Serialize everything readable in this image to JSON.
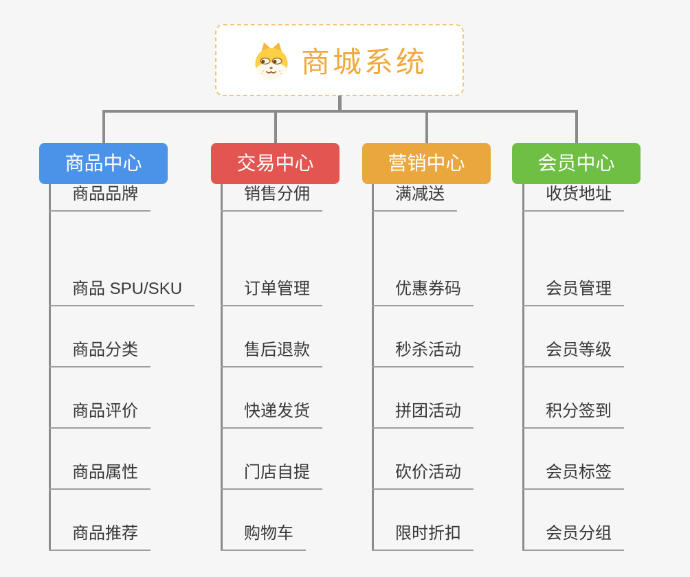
{
  "canvas": {
    "background": "#F6F6F6",
    "connector_color": "#8B8B8B"
  },
  "root": {
    "title": "商城系统",
    "title_color": "#F2A93C",
    "border_color": "#F5C678",
    "icon": "shiba-dog-icon"
  },
  "branches": [
    {
      "label": "商品中心",
      "color": "#4B93E8",
      "items": [
        "商品 SPU/SKU",
        "商品分类",
        "商品评价",
        "商品属性",
        "商品推荐",
        "商品品牌"
      ]
    },
    {
      "label": "交易中心",
      "color": "#E25550",
      "items": [
        "订单管理",
        "售后退款",
        "快递发货",
        "门店自提",
        "购物车",
        "销售分佣"
      ]
    },
    {
      "label": "营销中心",
      "color": "#E9A73D",
      "items": [
        "优惠券码",
        "秒杀活动",
        "拼团活动",
        "砍价活动",
        "限时折扣",
        "满减送"
      ]
    },
    {
      "label": "会员中心",
      "color": "#6EBF43",
      "items": [
        "会员管理",
        "会员等级",
        "积分签到",
        "会员标签",
        "会员分组",
        "收货地址"
      ]
    }
  ]
}
